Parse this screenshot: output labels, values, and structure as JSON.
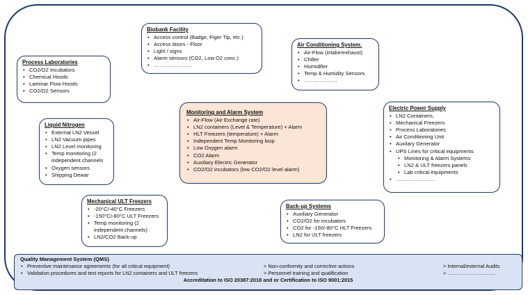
{
  "biobank": {
    "title": "Biobank Facility",
    "items": [
      "Access control (Badge, Figer Tip, etc.)",
      "Access doors - Floor",
      "Light  / signs",
      "Alarm sensors (CO2, Low O2 conc.)",
      "…………………."
    ]
  },
  "air_conditioning": {
    "title": "Air Conditioning System.",
    "items": [
      "Air-Flow (intake/exhaust)",
      "Chiller",
      "Humidifier",
      "Temp & Humidity Sensors",
      "………………."
    ]
  },
  "process_labs": {
    "title": "Process Laboratories",
    "items": [
      "CO2/O2 Incubators",
      "Chemical Hoods",
      "Laminar Flow Hoods",
      "CO2/O2 Sensors"
    ]
  },
  "liquid_nitrogen": {
    "title": "Liquid Nitrogen",
    "items": [
      "External LN2 Vessel",
      "LN2 Vacuum pipes",
      "LN2 Level monitoring",
      "Temp monitoring (2",
      "independent channels",
      "Oxygen sensors",
      "Shipping Dewar"
    ]
  },
  "monitoring": {
    "title": "Monitoring and Alarm System",
    "items": [
      "Air-Flow (Air Exchange rate)",
      "LN2 containers (Level & Temperature) + Alarm",
      "HLT Freezers (temperature) + Alarm",
      "Independent Temp Monitoring loop",
      "Low Oxygen alarm",
      "CO2 Alarm",
      "Auxiliary Electric Generator",
      "CO2/O2 incubators (low CO2/O2 level alarm)"
    ]
  },
  "electric": {
    "title": "Electric Power Supply",
    "items": [
      "LN2 Containers,",
      "Mechanical Freezers",
      "Process Laboratories",
      "Air Conditioning Unit",
      "Auxilary Generator",
      "UPS Lines  for critical equipments",
      "Monitoring & Alarm Systems",
      "LN2 & ULT freezers panels",
      "Lab critical equipments",
      "…………………."
    ]
  },
  "ult_freezers": {
    "title": "Mechanical ULT Freezers",
    "items": [
      "-20°C/-40°C Freezers",
      "-150°C/-80°C ULT Freezers",
      "Temp monitoring (2",
      "independent channels)",
      "LN2/CO2 Back-up"
    ]
  },
  "backup": {
    "title": "Back-up Systems",
    "items": [
      "Auxiliary Generator",
      "CO2/O2 for incubators",
      "CO2 for -150/-80°C HLT Freezers",
      "LN2 for ULT freezers"
    ]
  },
  "qms": {
    "title": "Quality Management System (QMS)",
    "row1": [
      "Preventive maintenance agreements (for all critical equipment)",
      "> Non-conformity and corrective actions",
      "> Internal/external Audits"
    ],
    "row2": [
      "Validation procedures and test reports for LN2 containers and ULT freezers",
      "> Personnel training and qualification",
      "> ………………………."
    ],
    "accreditation": "Accreditation to ISO 20387:2018 and or Certification to ISO 9001:2015"
  }
}
